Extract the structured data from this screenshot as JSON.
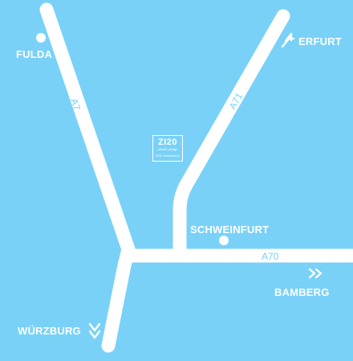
{
  "colors": {
    "background": "#79d1f8",
    "roads": "#ffffff"
  },
  "roads": [
    {
      "name": "A7"
    },
    {
      "name": "A71"
    },
    {
      "name": "A70"
    }
  ],
  "places": {
    "fulda": "FULDA",
    "erfurt": "ERFURT",
    "schweinfurt": "SCHWEINFURT",
    "bamberg": "BAMBERG",
    "wuerzburg": "WÜRZBURG"
  },
  "logo": {
    "title": "ZI20",
    "subtitle": "kreativ design",
    "footer": "ZI20 Schweinfurt"
  },
  "icons": [
    "city-dot-icon",
    "arrow-up-right-icon",
    "arrow-right-icon",
    "arrow-down-icon"
  ]
}
